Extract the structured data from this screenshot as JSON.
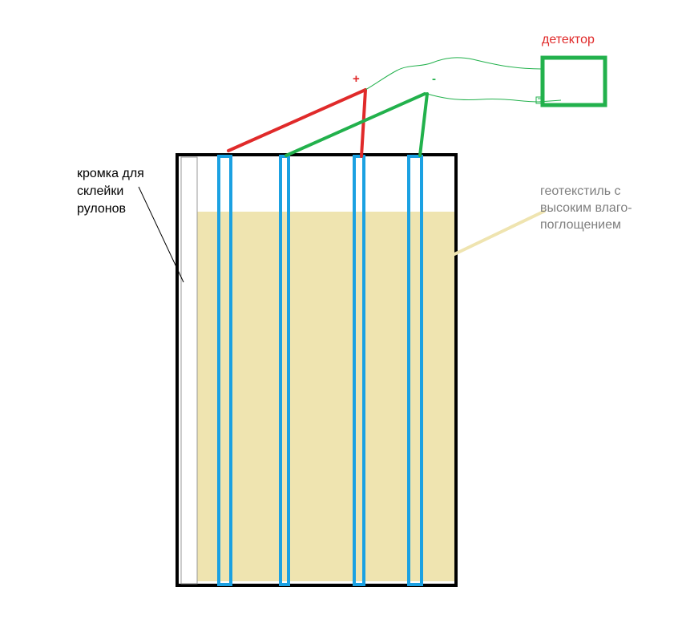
{
  "labels": {
    "detector": "детектор",
    "plus": "+",
    "minus": "-",
    "edge": [
      "кромка для",
      "склейки",
      "рулонов"
    ],
    "geotextile": [
      "геотекстиль с",
      "высоким влаго-",
      "поглощением"
    ]
  },
  "colors": {
    "background": "#ffffff",
    "frame": "#000000",
    "geotextile_fill": "#efe4b0",
    "electrode": "#1ba1e2",
    "positive_wire": "#e02a2a",
    "negative_wire": "#22b14c",
    "detector_box": "#22b14c",
    "detector_text": "#e02a2a",
    "plus_text": "#e02a2a",
    "minus_text": "#22b14c",
    "edge_text": "#000000",
    "geotextile_text": "#7f7f7f",
    "geotextile_leader": "#efe4b0",
    "edge_leader": "#000000"
  },
  "electrodes": {
    "count": 4,
    "polarity": [
      "+",
      "-",
      "+",
      "-"
    ]
  },
  "icons": [
    "detector-box",
    "wire-pair",
    "electrode-strip"
  ]
}
